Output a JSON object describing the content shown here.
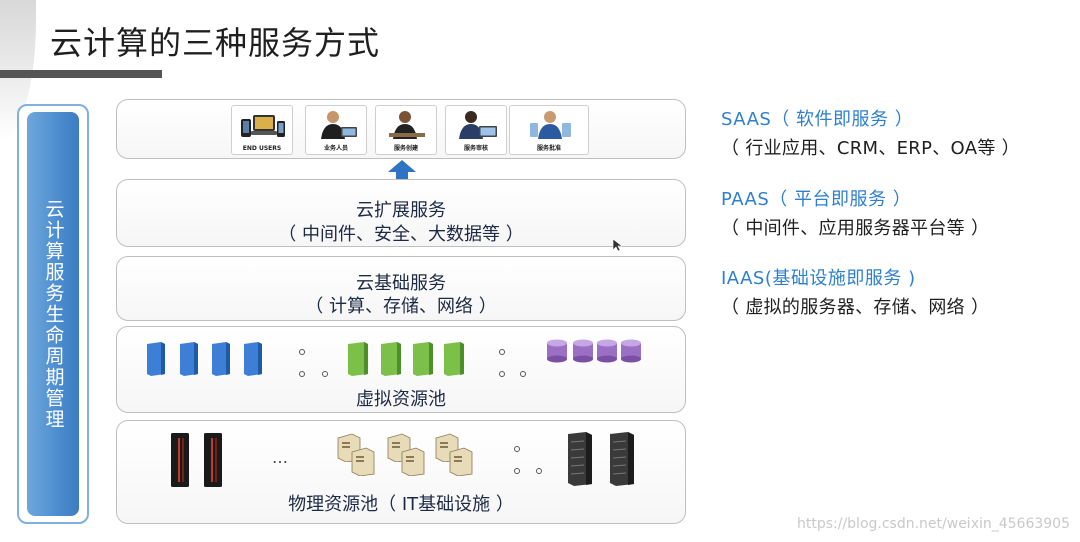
{
  "title": "云计算的三种服务方式",
  "lifecycle": {
    "label": "云计算服务生命周期管理"
  },
  "layers": {
    "users": {
      "cards": [
        {
          "label": "END USERS",
          "icon": "devices-icon"
        },
        {
          "label": "业务人员",
          "icon": "business-user-icon"
        },
        {
          "label": "服务创建",
          "icon": "service-creator-icon"
        },
        {
          "label": "服务审核",
          "icon": "service-reviewer-icon"
        },
        {
          "label": "服务批准",
          "icon": "service-approver-icon"
        }
      ]
    },
    "extension": {
      "title": "云扩展服务",
      "subtitle": "（ 中间件、安全、大数据等 ）"
    },
    "base": {
      "title": "云基础服务",
      "subtitle": "（ 计算、存储、网络 ）"
    },
    "virtual": {
      "title": "虚拟资源池"
    },
    "physical": {
      "title": "物理资源池（ IT基础设施 ）",
      "ellipsis": "…"
    }
  },
  "services": [
    {
      "name": "SAAS（ 软件即服务 ）",
      "desc": "（ 行业应用、CRM、ERP、OA等 ）"
    },
    {
      "name": "PAAS（ 平台即服务 ）",
      "desc": "（ 中间件、应用服务器平台等 ）"
    },
    {
      "name": "IAAS(基础设施即服务 )",
      "desc": "（ 虚拟的服务器、存储、网络 ）"
    }
  ],
  "watermark": "https://blog.csdn.net/weixin_45663905",
  "colors": {
    "accent": "#4f8fd0",
    "service_name": "#2f7fd0",
    "virtual_blue": "#3d7fd6",
    "virtual_green": "#7cc04a",
    "virtual_purple": "#9a6fc4"
  }
}
